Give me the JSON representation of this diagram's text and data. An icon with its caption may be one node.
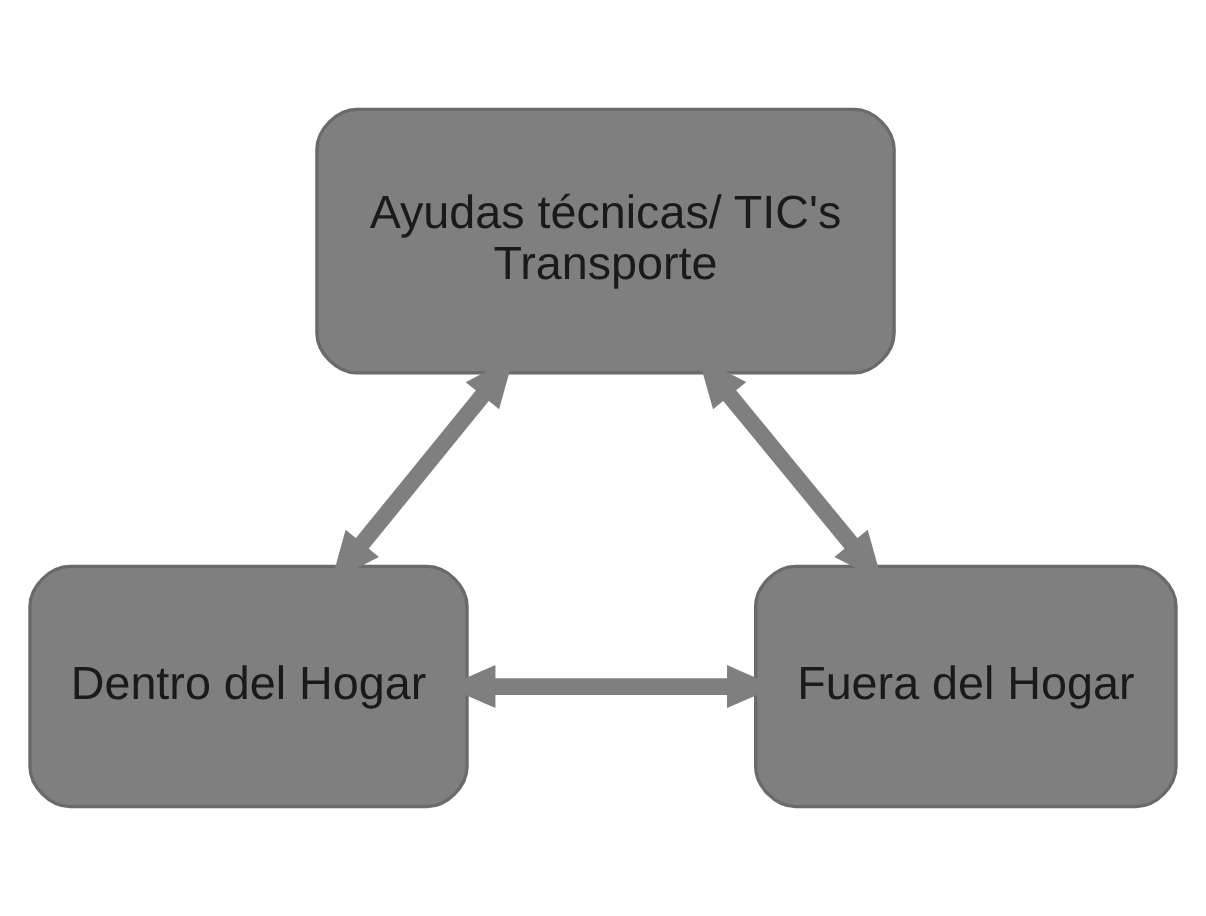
{
  "diagram": {
    "nodes": [
      {
        "text": [
          "Ayudas técnicas/ TIC's",
          "Transporte"
        ]
      },
      {
        "text": [
          "Dentro del Hogar"
        ]
      },
      {
        "text": [
          "Fuera del Hogar"
        ]
      }
    ],
    "edges": [
      {
        "from": 0,
        "to": 1,
        "arrow": "both"
      },
      {
        "from": 0,
        "to": 2,
        "arrow": "both"
      },
      {
        "from": 1,
        "to": 2,
        "arrow": "both"
      }
    ]
  }
}
